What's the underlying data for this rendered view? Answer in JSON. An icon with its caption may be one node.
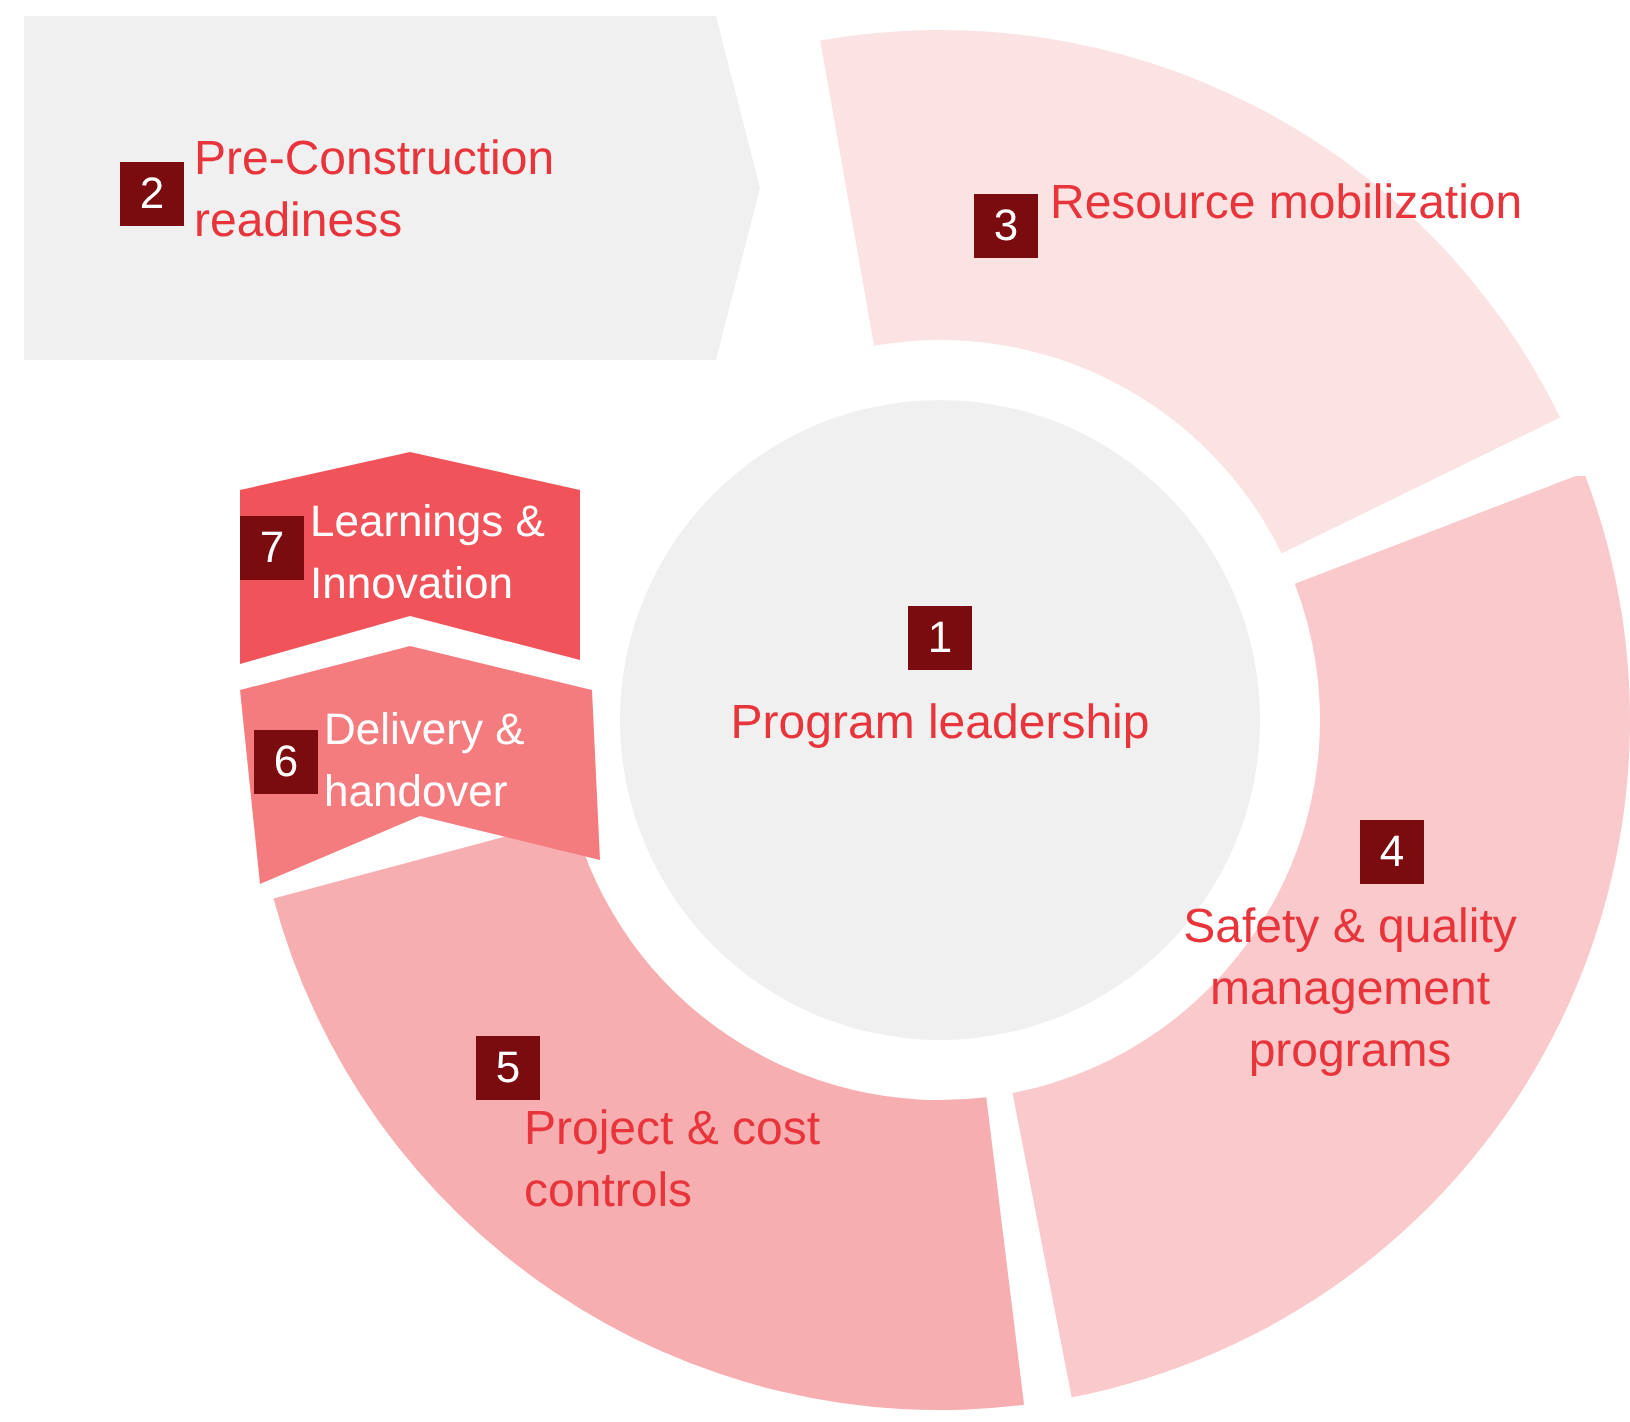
{
  "diagram": {
    "nodes": [
      {
        "text": [
          "1",
          "Program leadership"
        ]
      },
      {
        "text": [
          "2",
          "Pre-Construction readiness"
        ]
      },
      {
        "text": [
          "3",
          "Resource mobilization"
        ]
      },
      {
        "text": [
          "4",
          "Safety & quality management programs"
        ]
      },
      {
        "text": [
          "5",
          "Project & cost controls"
        ]
      },
      {
        "text": [
          "6",
          "Delivery & handover"
        ]
      },
      {
        "text": [
          "7",
          "Learnings & Innovation"
        ]
      }
    ]
  }
}
